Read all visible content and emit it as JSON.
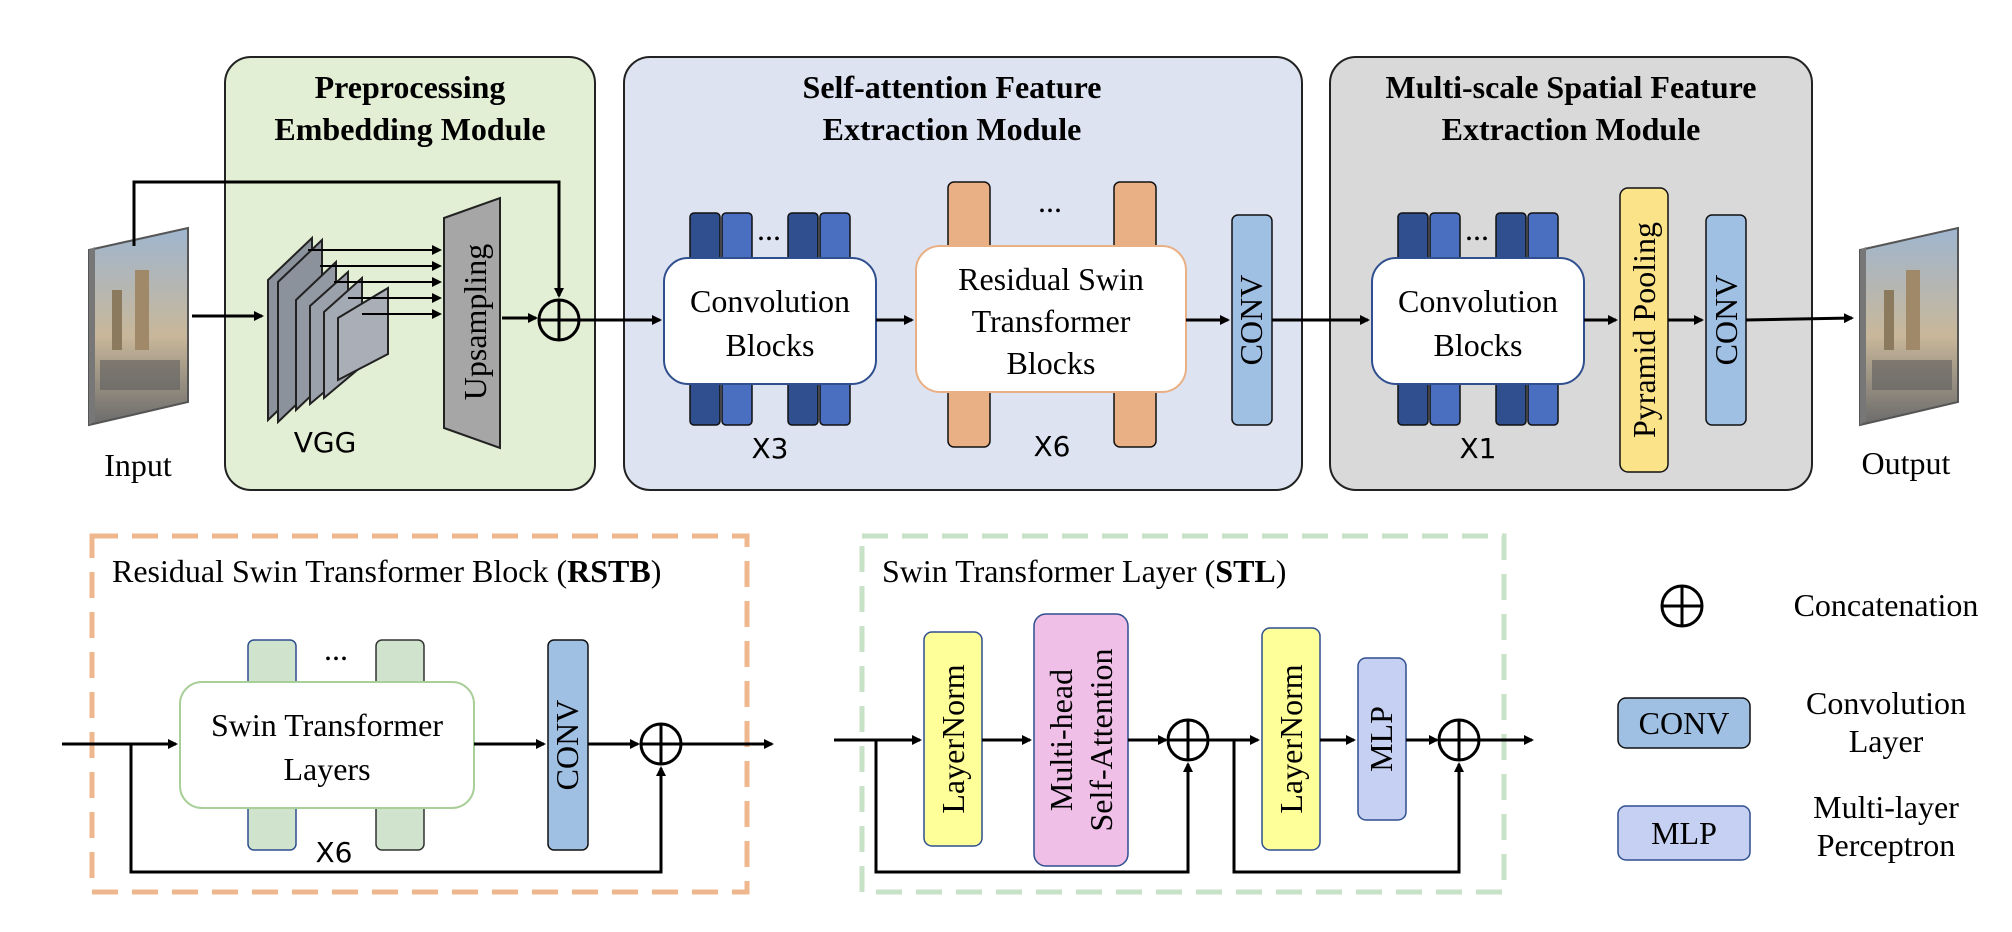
{
  "modules": {
    "preprocessing": {
      "title_line1": "Preprocessing",
      "title_line2": "Embedding Module",
      "vgg": "VGG",
      "upsampling": "Upsampling"
    },
    "self_attention": {
      "title_line1": "Self-attention Feature",
      "title_line2": "Extraction Module",
      "conv_blocks_1": "Convolution",
      "conv_blocks_2": "Blocks",
      "conv_repeat": "X3",
      "rstb_1": "Residual Swin",
      "rstb_2": "Transformer",
      "rstb_3": "Blocks",
      "rstb_repeat": "X6",
      "conv": "CONV",
      "ellipsis": "..."
    },
    "multiscale": {
      "title_line1": "Multi-scale Spatial Feature",
      "title_line2": "Extraction Module",
      "conv_blocks_1": "Convolution",
      "conv_blocks_2": "Blocks",
      "conv_repeat": "X1",
      "pyramid": "Pyramid Pooling",
      "conv": "CONV",
      "ellipsis": "..."
    }
  },
  "io": {
    "input": "Input",
    "output": "Output"
  },
  "rstb": {
    "title_prefix": "Residual Swin Transformer Block (",
    "title_bold": "RSTB",
    "title_suffix": ")",
    "stl_1": "Swin Transformer",
    "stl_2": "Layers",
    "repeat": "X6",
    "conv": "CONV",
    "ellipsis": "..."
  },
  "stl": {
    "title_prefix": "Swin Transformer Layer (",
    "title_bold": "STL",
    "title_suffix": ")",
    "layernorm": "LayerNorm",
    "msa_1": "Multi-head",
    "msa_2": "Self-Attention",
    "mlp": "MLP"
  },
  "legend": {
    "concat": "Concatenation",
    "conv_box": "CONV",
    "conv_1": "Convolution",
    "conv_2": "Layer",
    "mlp_box": "MLP",
    "mlp_1": "Multi-layer",
    "mlp_2": "Perceptron"
  },
  "colors": {
    "green_bg": "#e3efd5",
    "blue_bg": "#dde3f1",
    "gray_bg": "#d9d9d9",
    "dark_blue": "#2f4f8f",
    "mid_blue": "#4a6fc1",
    "light_blue": "#9fbfe3",
    "orange": "#eab085",
    "yellow": "#fbe38a",
    "pale_yellow": "#ffff99",
    "pink": "#efbfe8",
    "lavender": "#c6d0f2",
    "pale_green": "#cfe3cd",
    "dashed_orange": "#efb78e",
    "dashed_green": "#c8e2c7"
  }
}
